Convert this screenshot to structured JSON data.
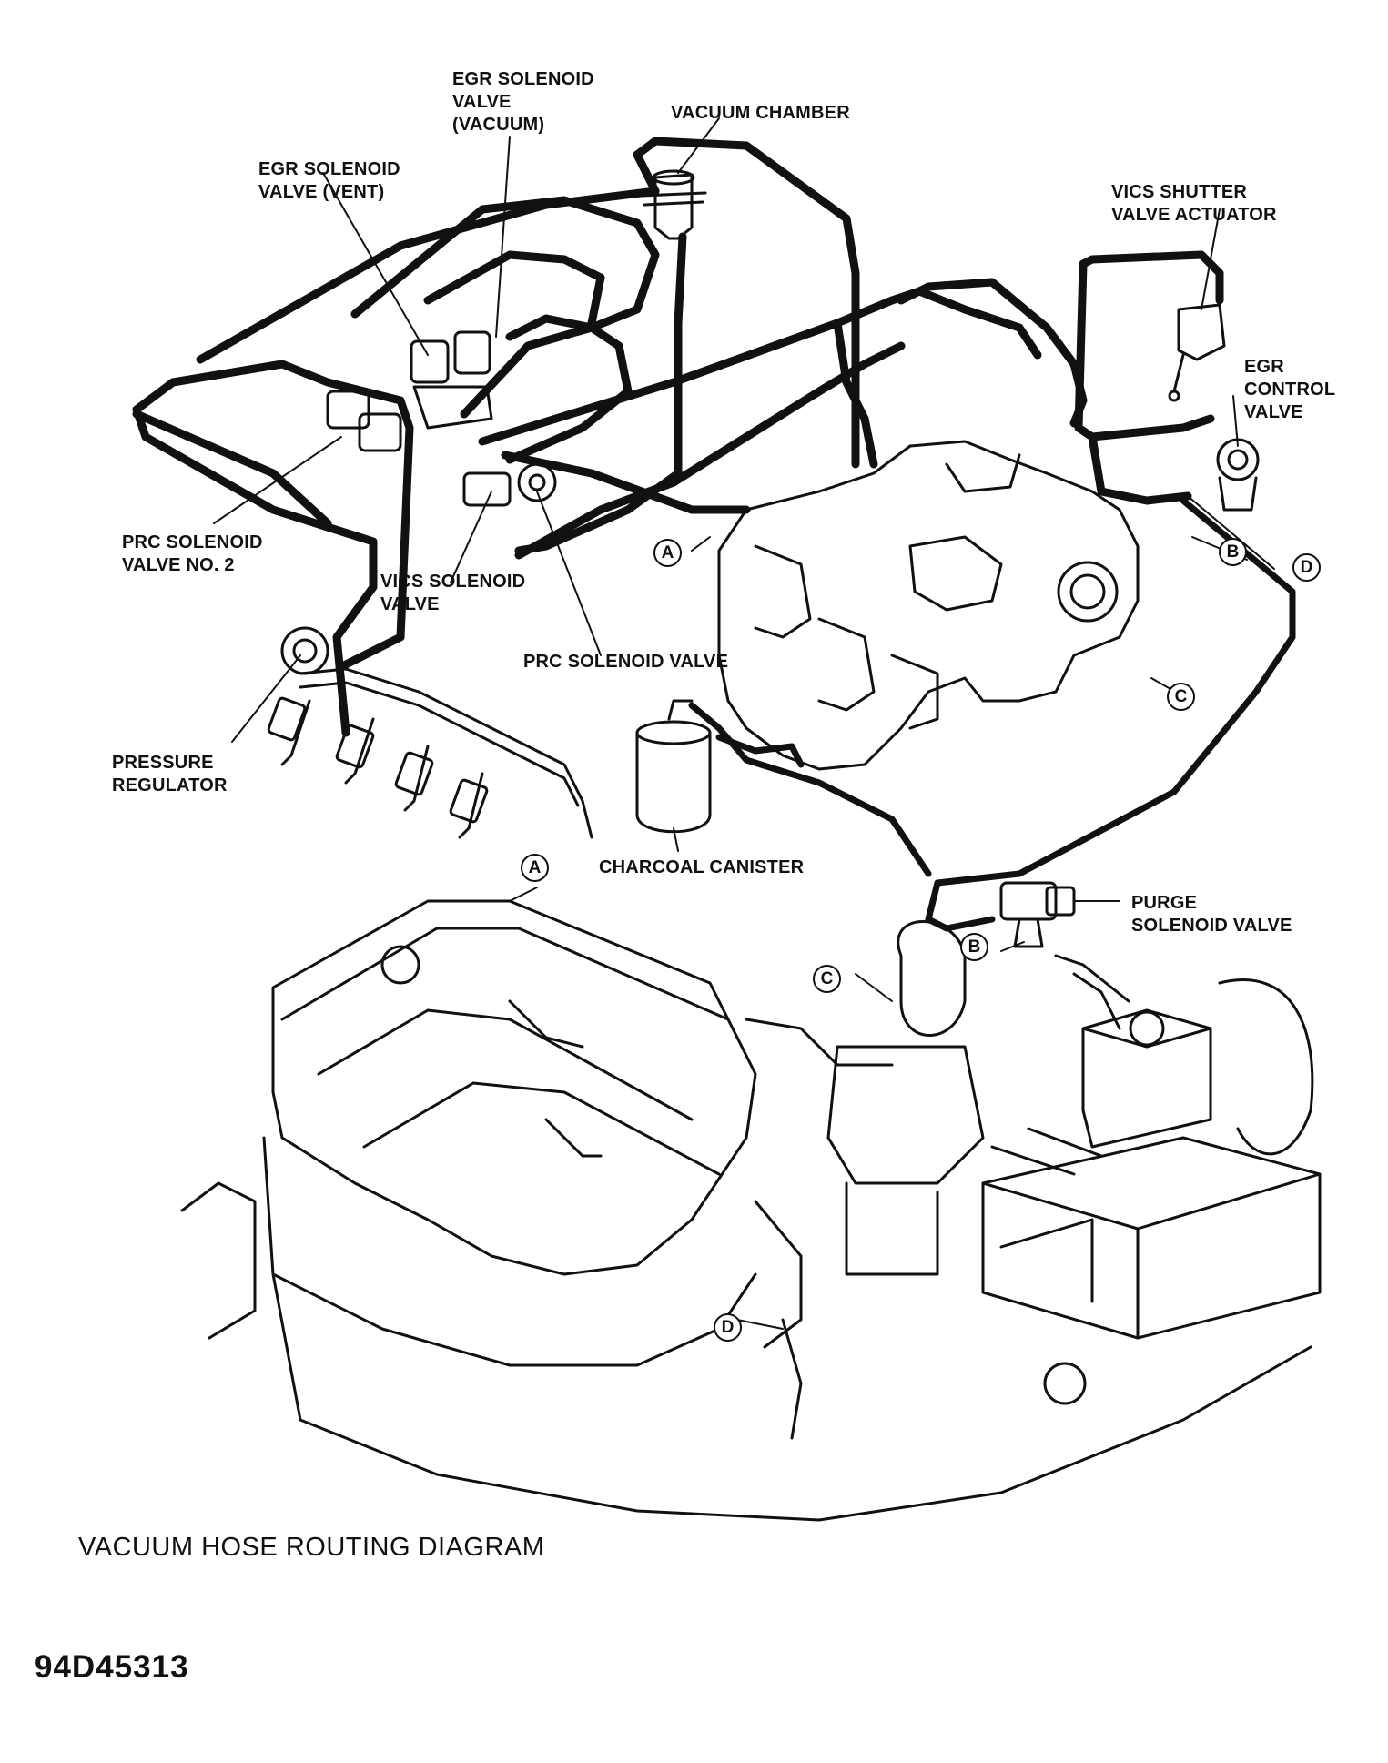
{
  "labels": {
    "egr_solenoid_vacuum": "EGR SOLENOID\nVALVE\n(VACUUM)",
    "vacuum_chamber": "VACUUM CHAMBER",
    "egr_solenoid_vent": "EGR SOLENOID\nVALVE (VENT)",
    "vics_shutter": "VICS SHUTTER\nVALVE ACTUATOR",
    "egr_control": "EGR\nCONTROL\nVALVE",
    "prc_solenoid_no2": "PRC SOLENOID\nVALVE NO. 2",
    "vics_solenoid": "VICS SOLENOID\nVALVE",
    "prc_solenoid": "PRC SOLENOID VALVE",
    "pressure_regulator": "PRESSURE\nREGULATOR",
    "charcoal_canister": "CHARCOAL CANISTER",
    "purge_solenoid": "PURGE\nSOLENOID VALVE"
  },
  "callouts": {
    "a_upper": "A",
    "b_upper": "B",
    "d_upper": "D",
    "c_upper": "C",
    "a_lower": "A",
    "b_lower": "B",
    "c_lower": "C",
    "d_lower": "D"
  },
  "caption": "VACUUM HOSE ROUTING DIAGRAM",
  "figure_code": "94D45313",
  "colors": {
    "ink": "#111111",
    "paper": "#ffffff"
  }
}
